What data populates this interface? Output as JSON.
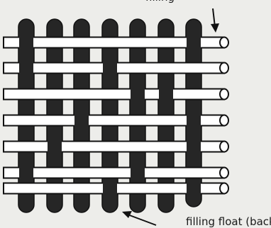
{
  "diagram": {
    "caption_top": "filling",
    "caption_bottom": "filling float (back)",
    "warp_count": 7,
    "weft_count": 7,
    "colors": {
      "warp": "#262626",
      "weft": "#ffffff",
      "outline": "#111111",
      "background": "#ededea"
    },
    "float_pattern": [
      [
        1,
        2,
        3,
        4,
        5
      ],
      [
        1,
        2,
        4,
        5,
        6
      ],
      [
        0,
        1,
        2,
        3,
        6
      ],
      [
        0,
        1,
        3,
        4,
        5
      ],
      [
        0,
        2,
        3,
        4,
        5
      ],
      [
        1,
        2,
        3,
        5,
        6
      ],
      [
        0,
        1,
        2,
        4,
        5
      ]
    ]
  }
}
